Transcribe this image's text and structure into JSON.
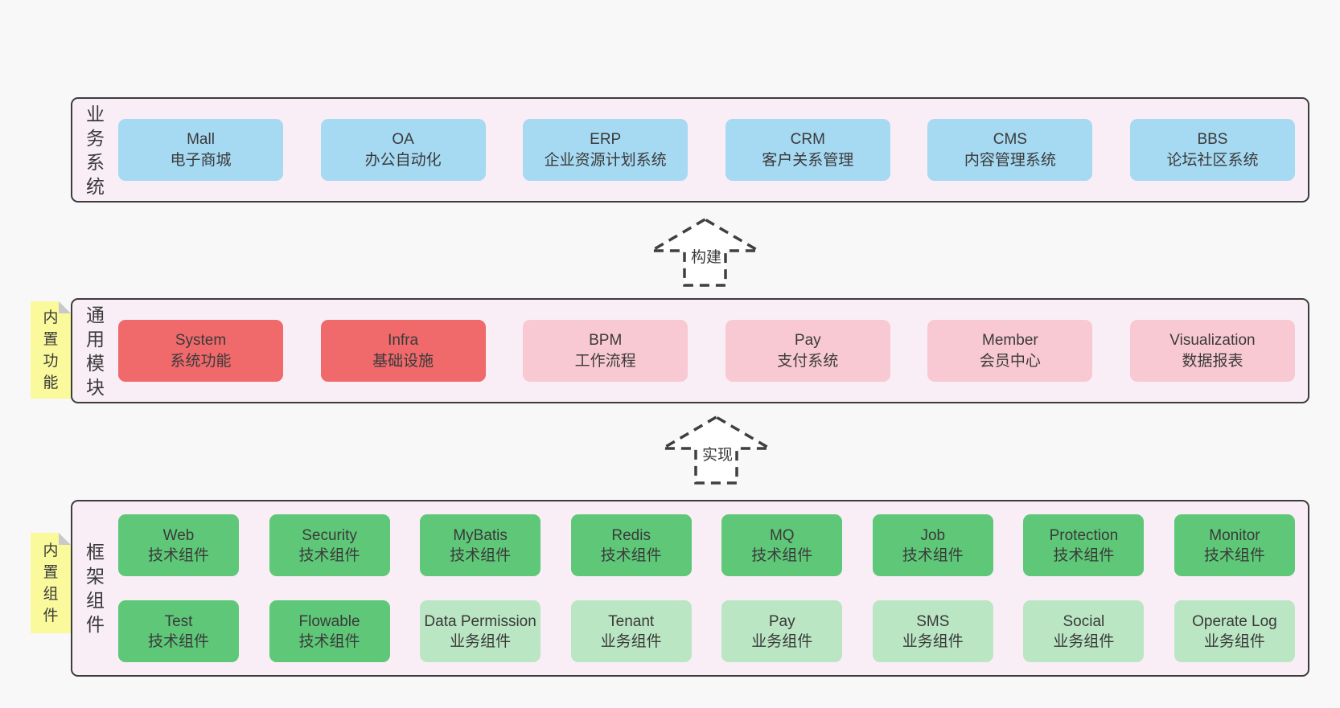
{
  "colors": {
    "page_bg": "#f8f8f8",
    "panel_bg": "#f9eef6",
    "panel_border": "#3d3d3d",
    "box_blue": "#a6d9f2",
    "box_red": "#f0696b",
    "box_pink": "#f9c9d3",
    "box_green": "#5ec878",
    "box_lightgreen": "#bae6c3",
    "note_yellow": "#fafa9d",
    "note_fold": "#c9c9c9",
    "text": "#3a3a3a"
  },
  "arrows": {
    "build": "构建",
    "implement": "实现"
  },
  "business_layer": {
    "label": "业务系统",
    "boxes": [
      {
        "title": "Mall",
        "subtitle": "电子商城"
      },
      {
        "title": "OA",
        "subtitle": "办公自动化"
      },
      {
        "title": "ERP",
        "subtitle": "企业资源计划系统"
      },
      {
        "title": "CRM",
        "subtitle": "客户关系管理"
      },
      {
        "title": "CMS",
        "subtitle": "内容管理系统"
      },
      {
        "title": "BBS",
        "subtitle": "论坛社区系统"
      }
    ]
  },
  "module_layer": {
    "label": "通用模块",
    "note": "内置功能",
    "boxes": [
      {
        "title": "System",
        "subtitle": "系统功能",
        "variant": "red"
      },
      {
        "title": "Infra",
        "subtitle": "基础设施",
        "variant": "red"
      },
      {
        "title": "BPM",
        "subtitle": "工作流程",
        "variant": "pink"
      },
      {
        "title": "Pay",
        "subtitle": "支付系统",
        "variant": "pink"
      },
      {
        "title": "Member",
        "subtitle": "会员中心",
        "variant": "pink"
      },
      {
        "title": "Visualization",
        "subtitle": "数据报表",
        "variant": "pink"
      }
    ]
  },
  "component_layer": {
    "label": "框架组件",
    "note": "内置组件",
    "row1": [
      {
        "title": "Web",
        "subtitle": "技术组件",
        "variant": "green"
      },
      {
        "title": "Security",
        "subtitle": "技术组件",
        "variant": "green"
      },
      {
        "title": "MyBatis",
        "subtitle": "技术组件",
        "variant": "green"
      },
      {
        "title": "Redis",
        "subtitle": "技术组件",
        "variant": "green"
      },
      {
        "title": "MQ",
        "subtitle": "技术组件",
        "variant": "green"
      },
      {
        "title": "Job",
        "subtitle": "技术组件",
        "variant": "green"
      },
      {
        "title": "Protection",
        "subtitle": "技术组件",
        "variant": "green"
      },
      {
        "title": "Monitor",
        "subtitle": "技术组件",
        "variant": "green"
      }
    ],
    "row2": [
      {
        "title": "Test",
        "subtitle": "技术组件",
        "variant": "green"
      },
      {
        "title": "Flowable",
        "subtitle": "技术组件",
        "variant": "green"
      },
      {
        "title": "Data Permission",
        "subtitle": "业务组件",
        "variant": "lightgreen"
      },
      {
        "title": "Tenant",
        "subtitle": "业务组件",
        "variant": "lightgreen"
      },
      {
        "title": "Pay",
        "subtitle": "业务组件",
        "variant": "lightgreen"
      },
      {
        "title": "SMS",
        "subtitle": "业务组件",
        "variant": "lightgreen"
      },
      {
        "title": "Social",
        "subtitle": "业务组件",
        "variant": "lightgreen"
      },
      {
        "title": "Operate Log",
        "subtitle": "业务组件",
        "variant": "lightgreen"
      }
    ]
  }
}
